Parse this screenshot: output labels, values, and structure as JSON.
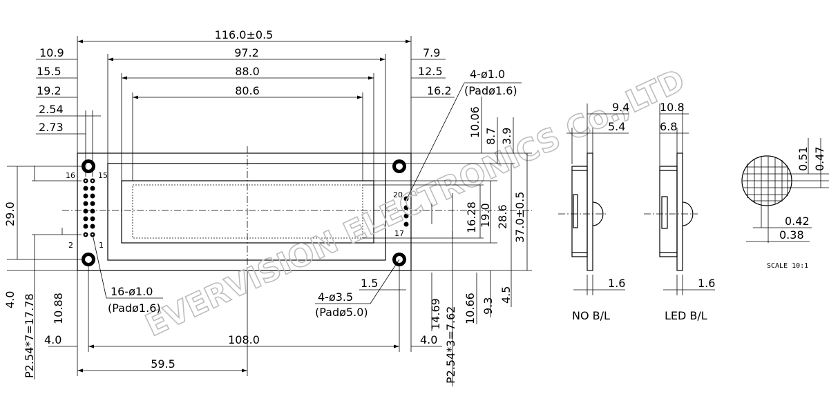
{
  "watermark": "EVERVISION ELECTRONICS Co.,LTD",
  "dims_top": {
    "overall_width": "116.0±0.5",
    "d97": "97.2",
    "d88": "88.0",
    "d806": "80.6",
    "l109": "10.9",
    "l155": "15.5",
    "l192": "19.2",
    "l254": "2.54",
    "l273": "2.73",
    "r79": "7.9",
    "r125": "12.5",
    "r162": "16.2"
  },
  "holes_note": {
    "line1": "4-ø1.0",
    "line2": "(Padø1.6)"
  },
  "right_dims": {
    "d1006": "10.06",
    "d87": "8.7",
    "d39": "3.9",
    "d1628": "16.28",
    "d190": "19.0",
    "d286": "28.6",
    "d370": "37.0±0.5"
  },
  "left_dims": {
    "d290": "29.0",
    "d40": "4.0",
    "d1088": "10.88",
    "pitch": "P2.54*7=17.78"
  },
  "pin_labels": {
    "p16": "16",
    "p15": "15",
    "p2": "2",
    "p1": "1",
    "p20": "20",
    "p17": "17"
  },
  "pin_note": {
    "line1": "16-ø1.0",
    "line2": "(Padø1.6)"
  },
  "mount_note": {
    "line1": "4-ø3.5",
    "line2": "(Padø5.0)"
  },
  "bottom_dims": {
    "d15": "1.5",
    "d1469": "14.69",
    "d1066": "10.66",
    "d93": "9.3",
    "d45": "4.5",
    "d40l": "4.0",
    "d1080": "108.0",
    "d40r": "4.0",
    "d595": "59.5",
    "pitch_r": "P2.54*3=7.62"
  },
  "side_nobl": {
    "d94": "9.4",
    "d54": "5.4",
    "d16": "1.6",
    "caption": "NO B/L"
  },
  "side_ledbl": {
    "d108": "10.8",
    "d68": "6.8",
    "d16": "1.6",
    "caption": "LED B/L"
  },
  "detail": {
    "d051": "0.51",
    "d047": "0.47",
    "d042": "0.42",
    "d038": "0.38",
    "scale": "SCALE 10:1"
  }
}
